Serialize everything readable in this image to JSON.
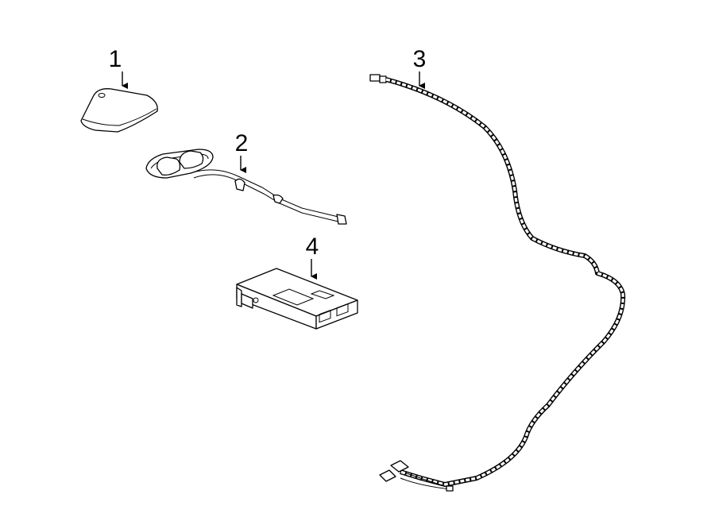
{
  "diagram": {
    "callouts": [
      {
        "id": "1",
        "label": "1"
      },
      {
        "id": "2",
        "label": "2"
      },
      {
        "id": "3",
        "label": "3"
      },
      {
        "id": "4",
        "label": "4"
      }
    ],
    "parts": [
      {
        "callout": "1",
        "icon": "antenna-cover-icon"
      },
      {
        "callout": "2",
        "icon": "antenna-base-with-cable-icon"
      },
      {
        "callout": "3",
        "icon": "wiring-harness-cable-icon"
      },
      {
        "callout": "4",
        "icon": "control-module-icon"
      }
    ],
    "colors": {
      "line": "#000000",
      "background": "#ffffff"
    }
  }
}
